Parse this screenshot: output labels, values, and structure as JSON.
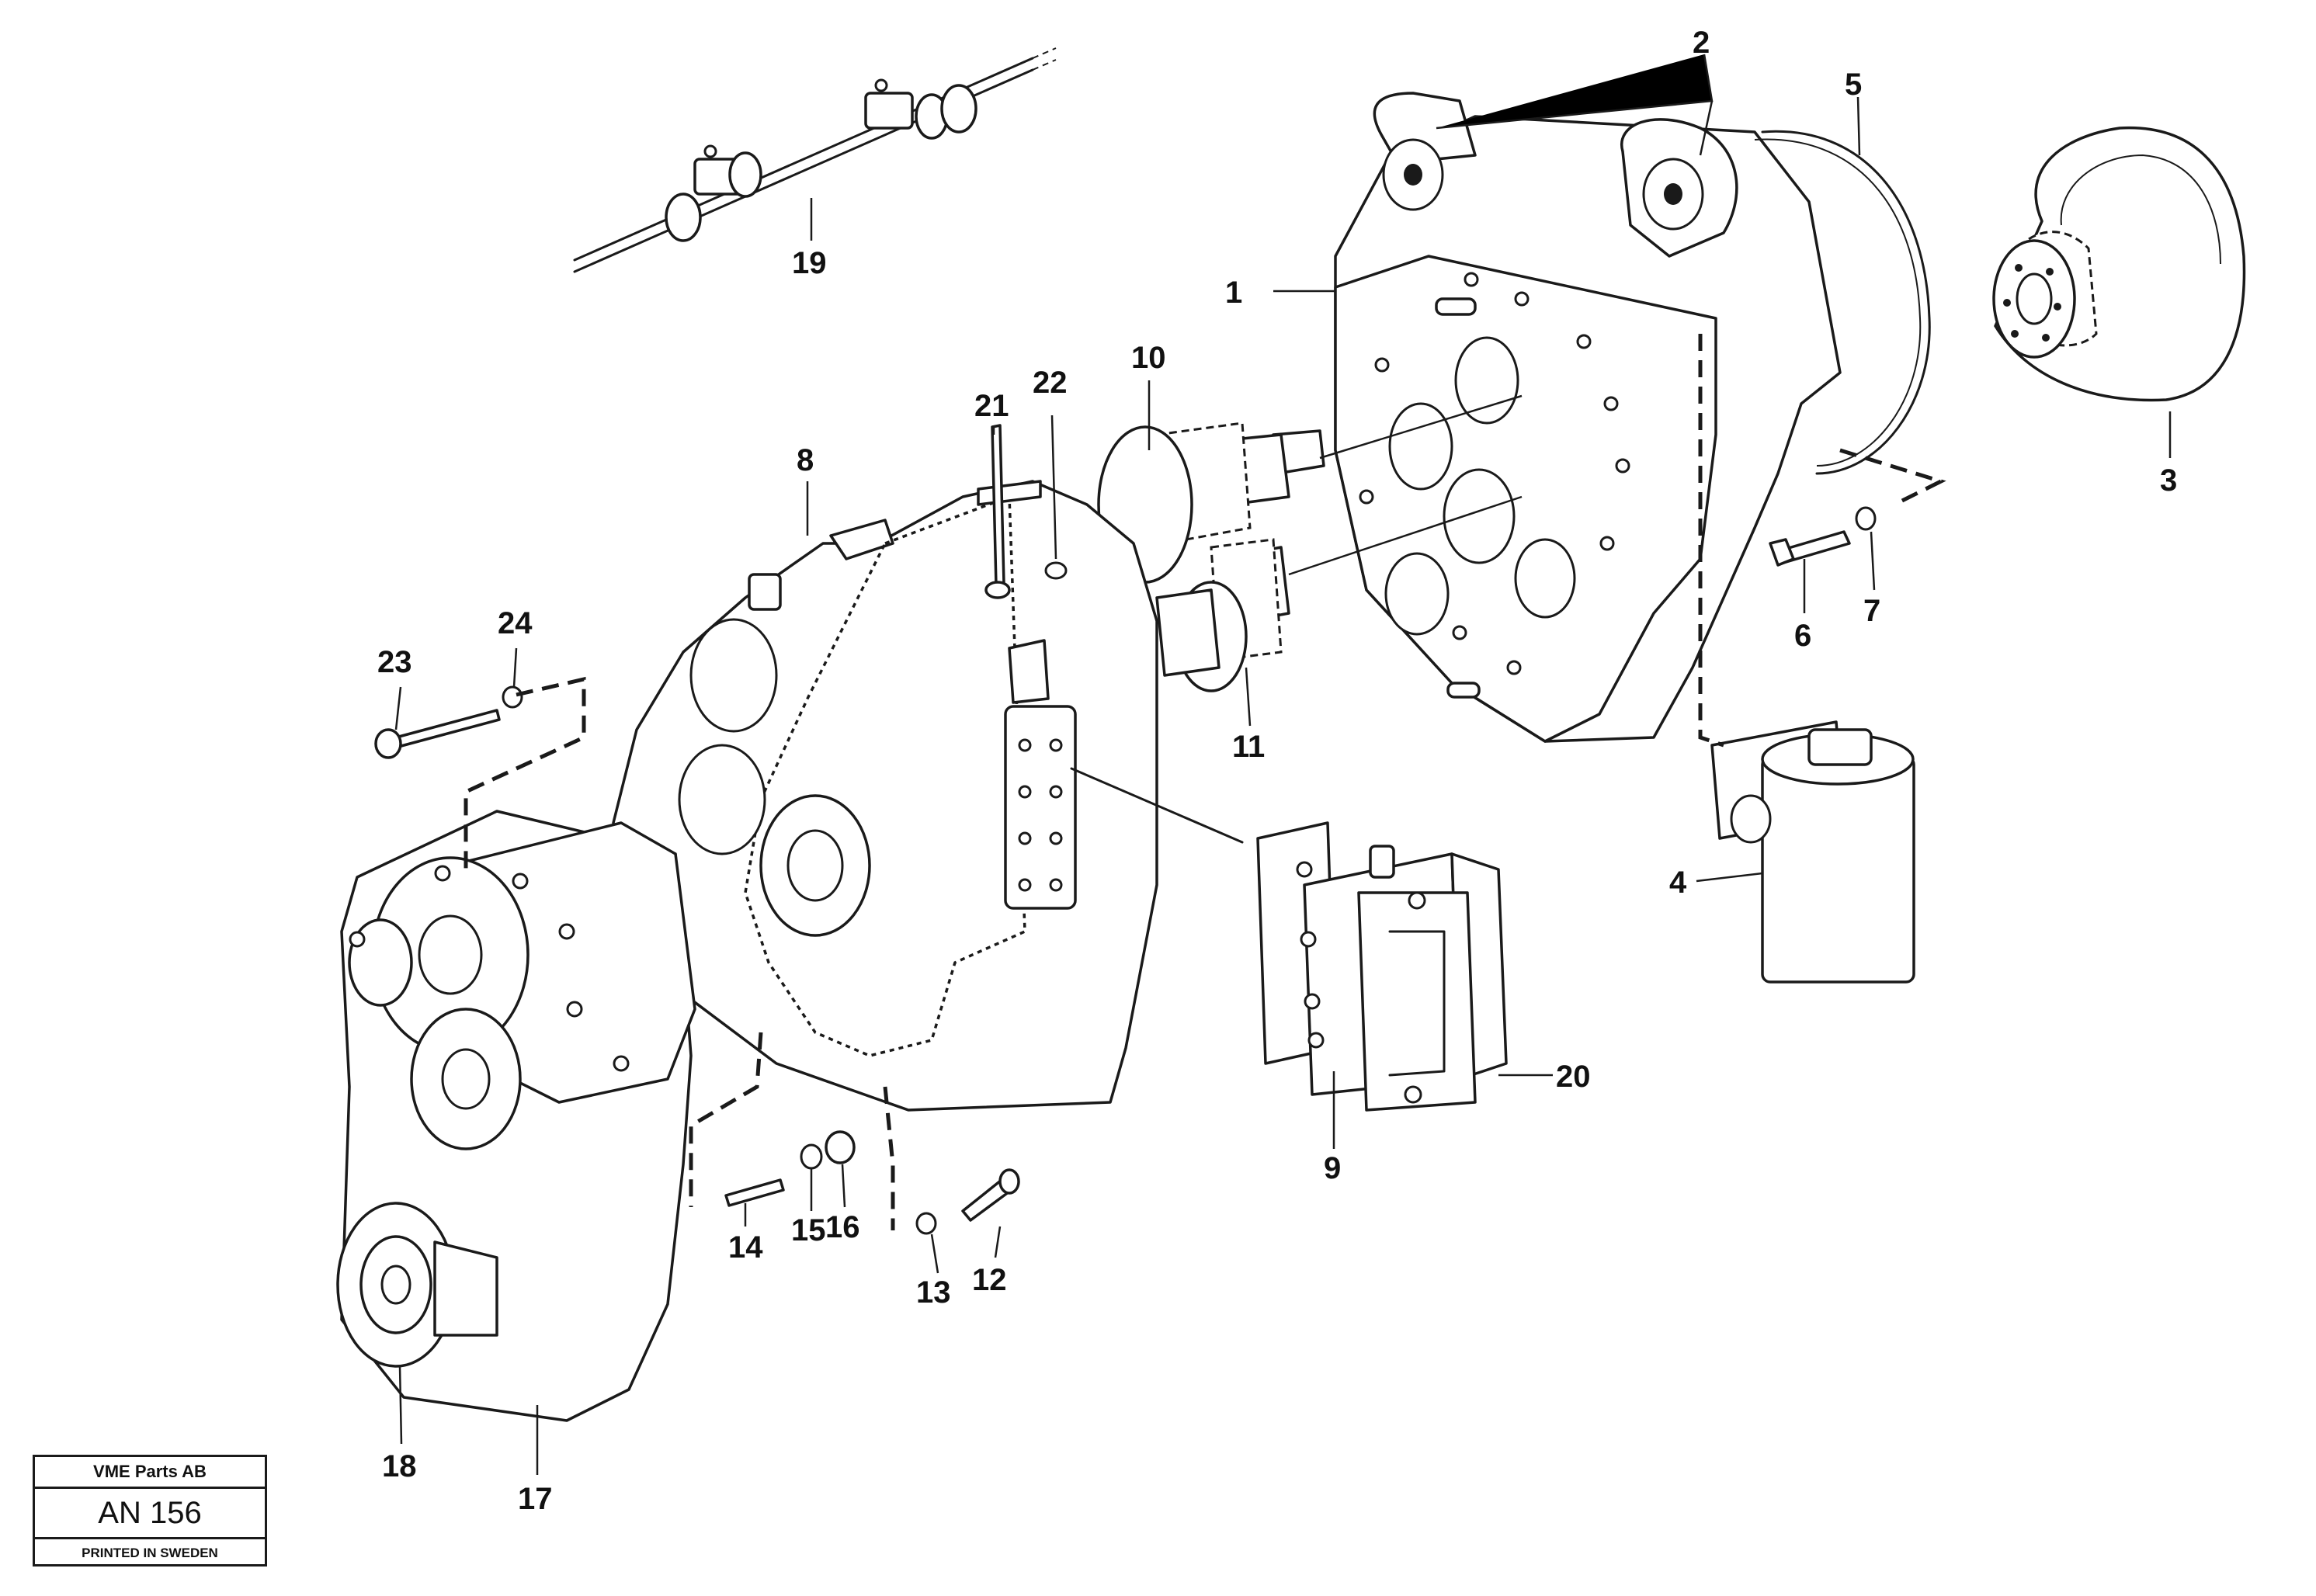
{
  "diagram": {
    "labels": [
      "1",
      "2",
      "3",
      "4",
      "5",
      "6",
      "7",
      "8",
      "9",
      "10",
      "11",
      "12",
      "13",
      "14",
      "15",
      "16",
      "17",
      "18",
      "19",
      "20",
      "21",
      "22",
      "23",
      "24"
    ]
  },
  "stamp": {
    "company": "VME Parts AB",
    "code": "AN 156",
    "printed": "PRINTED IN SWEDEN"
  }
}
